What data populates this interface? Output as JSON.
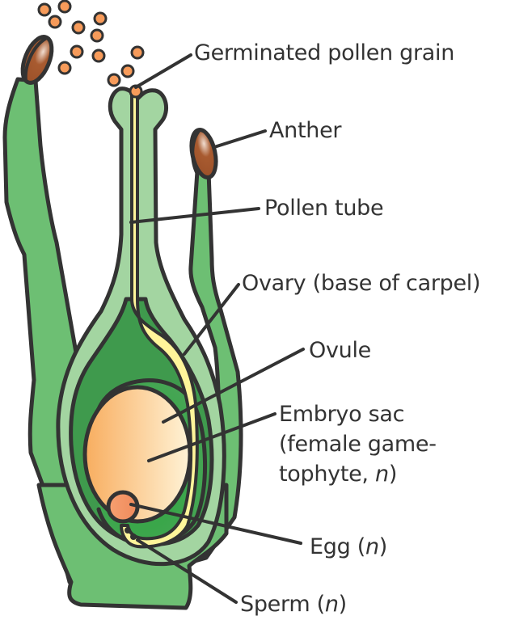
{
  "diagram": {
    "title": "Flower pollination and fertilization",
    "labels": {
      "germinated_pollen_grain": "Germinated pollen grain",
      "anther": "Anther",
      "pollen_tube": "Pollen tube",
      "ovary": "Ovary (base of carpel)",
      "ovule": "Ovule",
      "embryo_sac_line1": "Embryo sac",
      "embryo_sac_line2": "(female game-",
      "embryo_sac_line3": "tophyte, ",
      "embryo_sac_italic": "n",
      "embryo_sac_close": ")",
      "egg": "Egg (",
      "egg_italic": "n",
      "egg_close": ")",
      "sperm": "Sperm (",
      "sperm_italic": "n",
      "sperm_close": ")"
    },
    "colors": {
      "outline": "#333333",
      "stalk_green": "#6dbf73",
      "pale_green": "#a3d5a1",
      "dark_green": "#3f9a4d",
      "ovule_green": "#3aa64a",
      "pollen_tube_yellow": "#fff59a",
      "pollen_orange": "#f79b5a",
      "anther_brown": "#a65a2e",
      "embryo_sac_light": "#fff0cc",
      "embryo_sac_dark": "#f8ad5f",
      "egg_orange": "#f29a6a"
    }
  }
}
